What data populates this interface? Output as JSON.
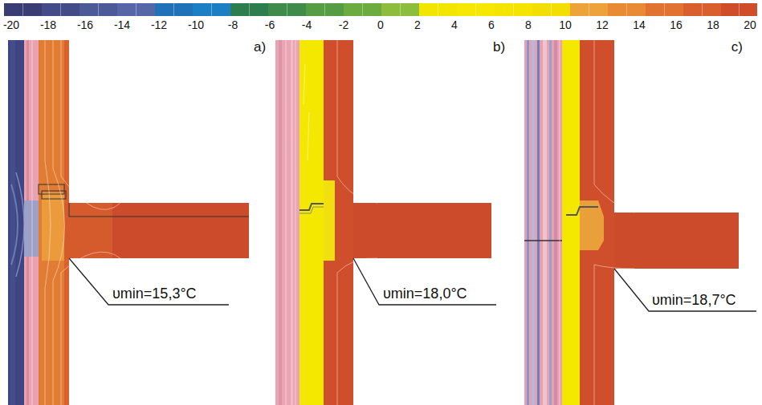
{
  "diagram": {
    "labels": [
      "-20",
      "-18",
      "-16",
      "-14",
      "-12",
      "-10",
      "-8",
      "-6",
      "-4",
      "-2",
      "0",
      "2",
      "4",
      "6",
      "8",
      "10",
      "12",
      "14",
      "16",
      "18",
      "20",
      "a)",
      "υmin=15,3°C",
      "b)",
      "υmin=18,0°C",
      "c)",
      "υmin=18,7°C"
    ]
  }
}
